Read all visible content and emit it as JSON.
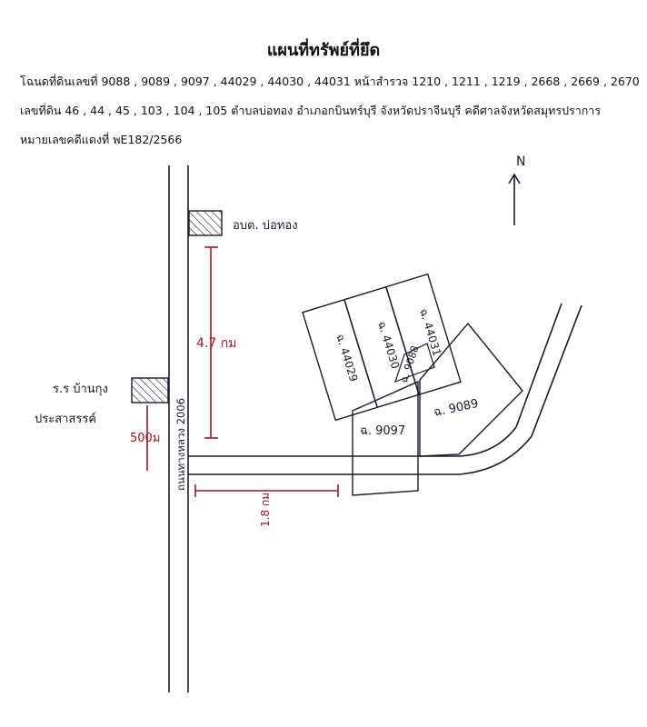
{
  "header": {
    "title": "แผนที่ทรัพย์ที่ยึด",
    "line1": "โฉนดที่ดินเลขที่ 9088 , 9089 , 9097 , 44029 , 44030 , 44031 หน้าสำรวจ 1210 , 1211 , 1219 , 2668 , 2669 , 2670",
    "line2": "เลขที่ดิน 46 , 44 , 45 , 103 , 104 , 105 ตำบลบ่อทอง  อำเภอกบินทร์บุรี  จังหวัดปราจีนบุรี คดีศาลจังหวัดสมุทรปราการ",
    "line3": "หมายเลขคดีแดงที่ พE182/2566"
  },
  "map": {
    "north": "N",
    "road_name": "ถนนทางหลวง 2006",
    "landmark_top": "อบต. บ่อทอง",
    "landmark_left_1": "ร.ร บ้านกุง",
    "landmark_left_2": "ประสาสรรค์",
    "dist_vertical": "4.7 กม",
    "dist_school": "500ม",
    "dist_horizontal": "1.8 กม",
    "parcels": {
      "p44029": "ฉ. 44029",
      "p44030": "ฉ. 44030",
      "p44031": "ฉ. 44031",
      "p9088": "ฉ. 9088",
      "p9097": "ฉ. 9097",
      "p9089": "ฉ. 9089"
    }
  },
  "colors": {
    "ink": "#1a1a2e",
    "red": "#a0192a"
  }
}
